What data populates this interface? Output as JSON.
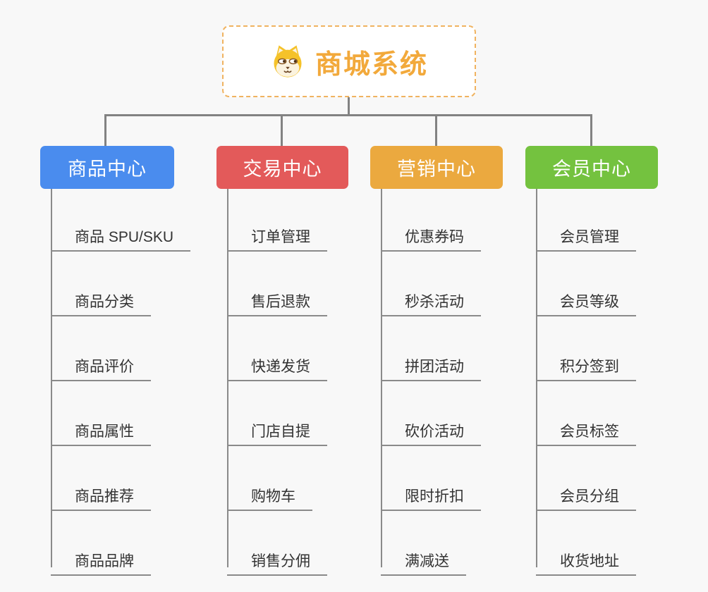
{
  "root": {
    "title": "商城系统",
    "icon": "shiba-dog-icon"
  },
  "branches": [
    {
      "label": "商品中心",
      "color": "#4a8cee",
      "items": [
        "商品 SPU/SKU",
        "商品分类",
        "商品评价",
        "商品属性",
        "商品推荐",
        "商品品牌"
      ]
    },
    {
      "label": "交易中心",
      "color": "#e35a5a",
      "items": [
        "订单管理",
        "售后退款",
        "快递发货",
        "门店自提",
        "购物车",
        "销售分佣"
      ]
    },
    {
      "label": "营销中心",
      "color": "#eba93f",
      "items": [
        "优惠券码",
        "秒杀活动",
        "拼团活动",
        "砍价活动",
        "限时折扣",
        "满减送"
      ]
    },
    {
      "label": "会员中心",
      "color": "#74c23f",
      "items": [
        "会员管理",
        "会员等级",
        "积分签到",
        "会员标签",
        "会员分组",
        "收货地址"
      ]
    }
  ],
  "colors": {
    "background": "#f8f8f8",
    "root_accent": "#f2a93b",
    "root_border": "#f0b360",
    "connector": "#828282",
    "item_line": "#8a8a8a",
    "item_text": "#333333"
  }
}
